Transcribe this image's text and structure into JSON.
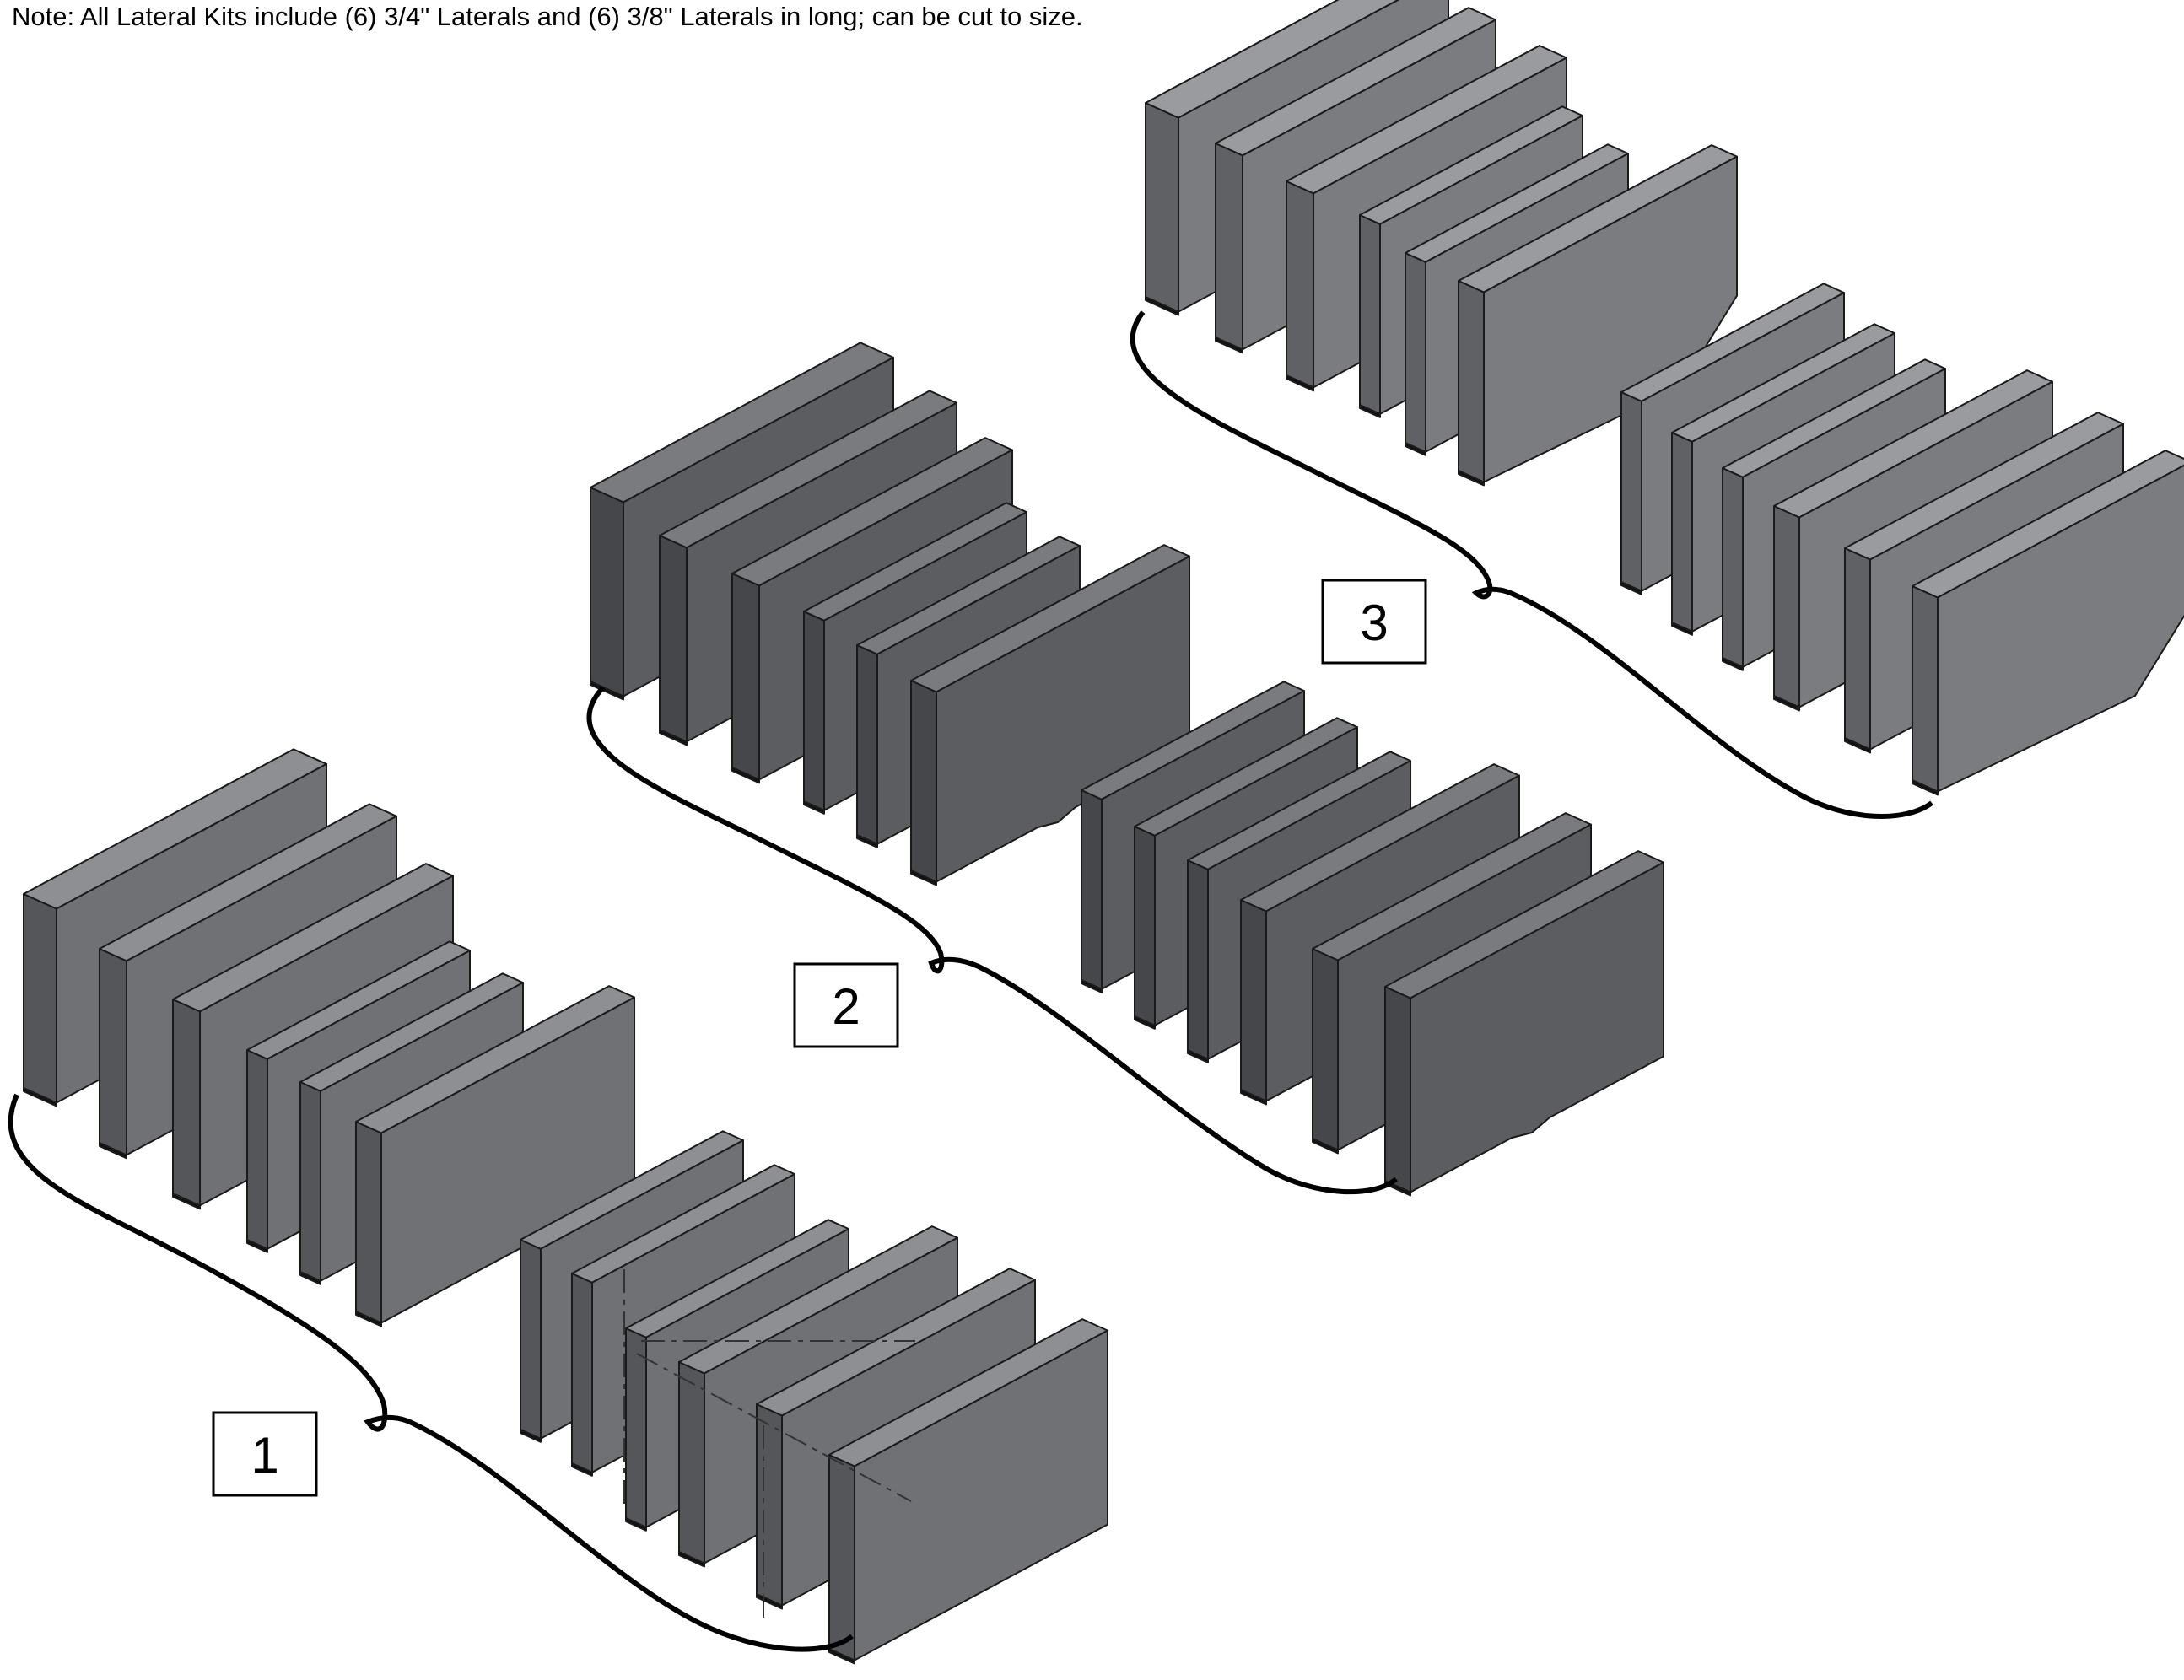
{
  "note": "Note: All Lateral Kits include (6) 3/4\" Laterals and (6) 3/8\" Laterals in long; can be cut to size.",
  "colors": {
    "kit1_front": "#707175",
    "kit1_side": "#55565a",
    "kit1_top": "#8e8f93",
    "kit2_front": "#5c5d61",
    "kit2_side": "#46474b",
    "kit2_top": "#7a7b7f",
    "kit3_front": "#7b7c80",
    "kit3_side": "#606165",
    "kit3_top": "#9a9b9f",
    "outline": "#1a1a1a",
    "brace": "#000000"
  },
  "kits": [
    {
      "label": "1",
      "front_shape": "rectangle"
    },
    {
      "label": "2",
      "front_shape": "notched"
    },
    {
      "label": "3",
      "front_shape": "chamfered"
    }
  ]
}
